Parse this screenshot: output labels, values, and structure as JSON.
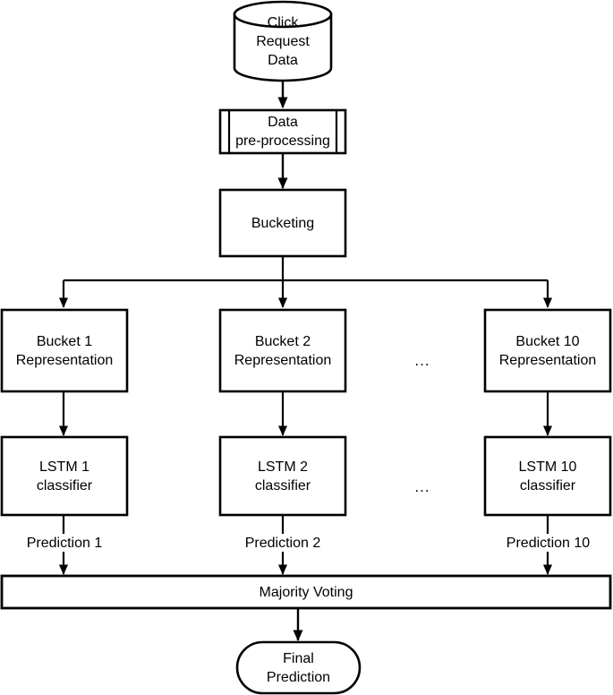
{
  "diagram": {
    "title": "Click Request Data bucketed LSTM ensemble pipeline",
    "type": "flowchart",
    "orientation": "top-to-bottom",
    "stroke_color": "#000000",
    "fill_color": "#ffffff",
    "text_color": "#000000",
    "nodes": {
      "source": {
        "label": "Click\nRequest\nData",
        "shape": "cylinder"
      },
      "preprocessing": {
        "label": "Data\npre-processing",
        "shape": "predefined-process"
      },
      "bucketing": {
        "label": "Bucketing",
        "shape": "rectangle"
      },
      "bucket1": {
        "label": "Bucket 1\nRepresentation",
        "shape": "rectangle"
      },
      "bucket2": {
        "label": "Bucket 2\nRepresentation",
        "shape": "rectangle"
      },
      "bucket10": {
        "label": "Bucket 10\nRepresentation",
        "shape": "rectangle"
      },
      "bucket_ellipsis": {
        "label": "..."
      },
      "lstm1": {
        "label": "LSTM 1\nclassifier",
        "shape": "rectangle"
      },
      "lstm2": {
        "label": "LSTM 2\nclassifier",
        "shape": "rectangle"
      },
      "lstm10": {
        "label": "LSTM 10\nclassifier",
        "shape": "rectangle"
      },
      "lstm_ellipsis": {
        "label": "..."
      },
      "majority_voting": {
        "label": "Majority Voting",
        "shape": "rectangle"
      },
      "final": {
        "label": "Final\nPrediction",
        "shape": "stadium"
      }
    },
    "edge_labels": {
      "prediction1": "Prediction 1",
      "prediction2": "Prediction 2",
      "prediction10": "Prediction 10"
    }
  }
}
